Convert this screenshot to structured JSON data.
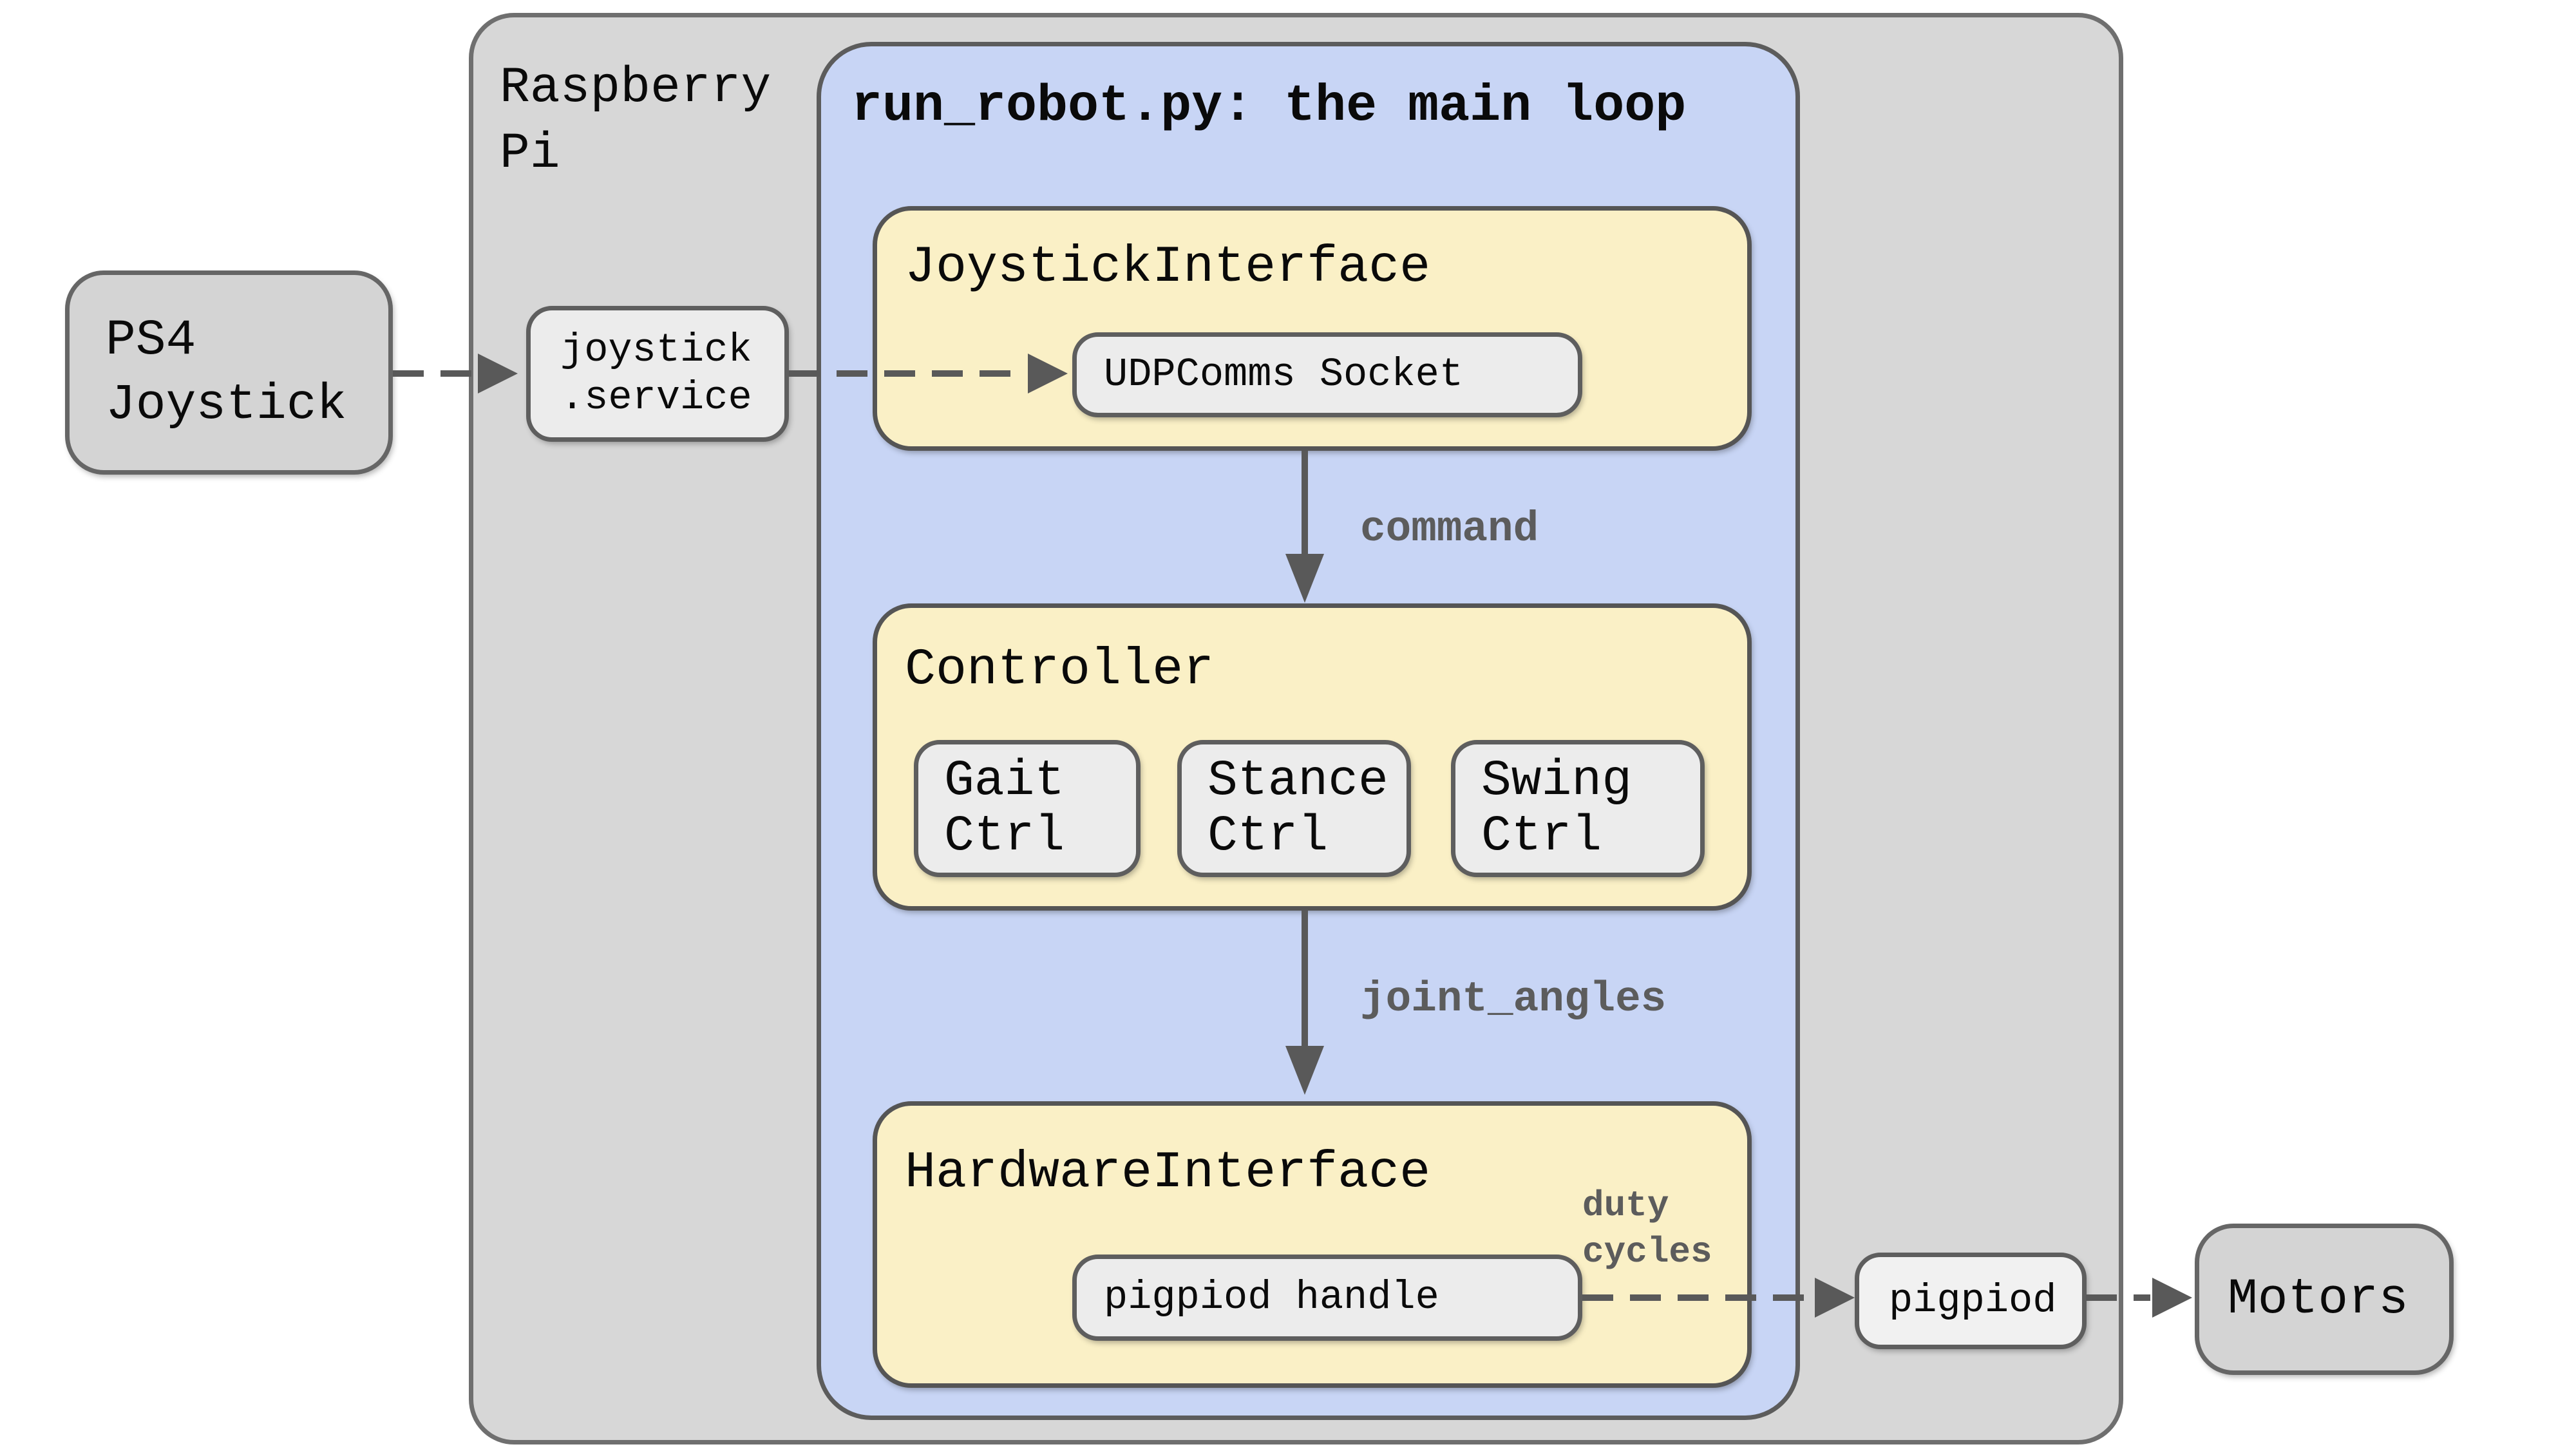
{
  "colors": {
    "background": "#ffffff",
    "raspberry_pi_fill": "#d7d7d7",
    "main_loop_fill": "#c8d5f5",
    "module_fill": "#faf0c6",
    "node_fill": "#ececec",
    "pigpiod_fill": "#f1f1f1",
    "endpoint_fill": "#d4d4d4",
    "arrow": "#595959",
    "edge_label": "#5c5c5c",
    "text": "#0a0a0a"
  },
  "raspberry_pi": {
    "label": "Raspberry\nPi"
  },
  "ps4_joystick": {
    "label": "PS4\nJoystick"
  },
  "joystick_service": {
    "label": "joystick\n.service"
  },
  "main_loop": {
    "title": "run_robot.py: the main loop"
  },
  "joystick_interface": {
    "label": "JoystickInterface",
    "socket": "UDPComms Socket"
  },
  "controller": {
    "label": "Controller",
    "gait": "Gait\nCtrl",
    "stance": "Stance\nCtrl",
    "swing": "Swing\nCtrl"
  },
  "hardware_interface": {
    "label": "HardwareInterface",
    "handle": "pigpiod handle"
  },
  "pigpiod": {
    "label": "pigpiod"
  },
  "motors": {
    "label": "Motors"
  },
  "edges": {
    "command": "command",
    "joint_angles": "joint_angles",
    "duty_cycles": "duty\ncycles"
  }
}
